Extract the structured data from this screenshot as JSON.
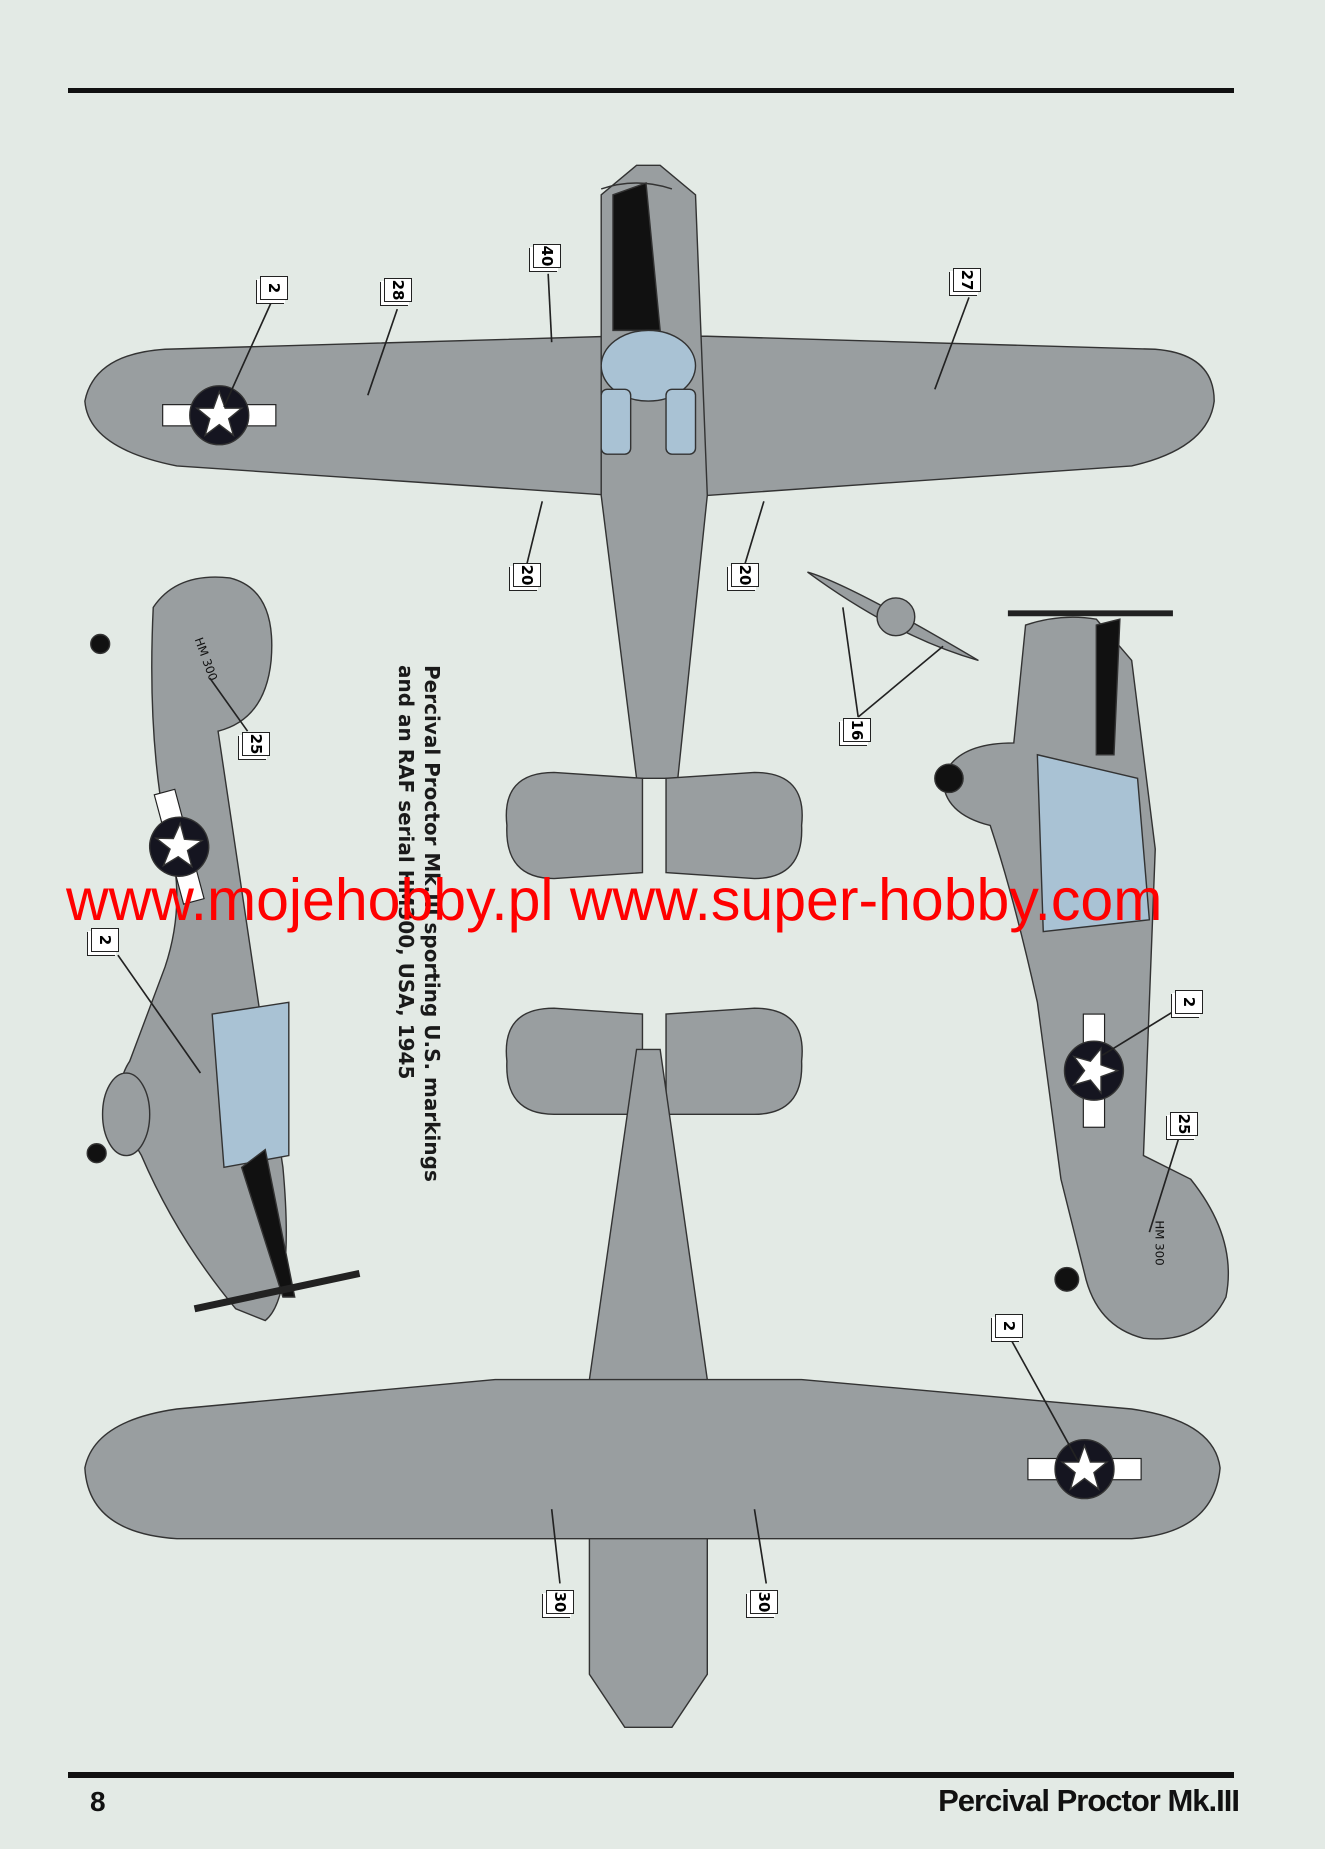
{
  "caption": {
    "line1": "Percival Proctor Mk.III sporting U.S. markings",
    "line2": "and an RAF serial HM300, USA, 1945"
  },
  "watermark": "www.mojehobby.pl www.super-hobby.com",
  "footer": {
    "page_number": "8",
    "title": "Percival Proctor Mk.III"
  },
  "serial_marking": "HM 300",
  "callouts": [
    "2",
    "28",
    "40",
    "27",
    "20",
    "20",
    "16",
    "25",
    "2",
    "2",
    "25",
    "2",
    "30",
    "30"
  ],
  "colors": {
    "aircraft_gray": "#999ea0",
    "canopy": "#a9c2d4",
    "insignia_blue": "#1a1a24",
    "paper": "#e3eae5"
  }
}
